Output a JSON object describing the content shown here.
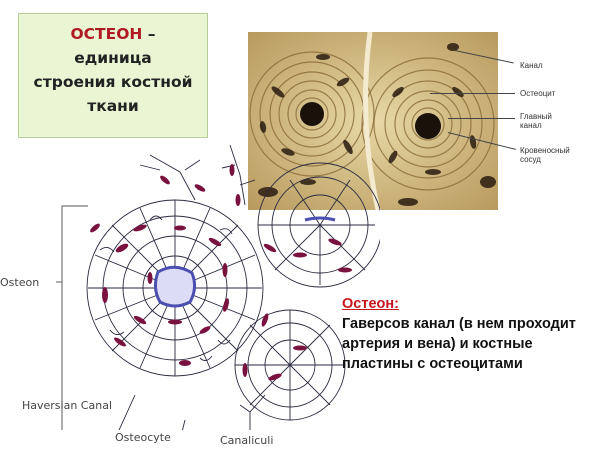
{
  "title": {
    "highlight": "ОСТЕОН",
    "dash": " –",
    "line2": "единица",
    "line3": "строения костной",
    "line4": "ткани"
  },
  "photo_labels": [
    {
      "text": "Канал"
    },
    {
      "text": "Остеоцит"
    },
    {
      "text": "Главный канал"
    },
    {
      "text": "Кровеносный сосуд"
    }
  ],
  "diagram_labels": {
    "osteon": "Osteon",
    "haversian_canal": "Haversian Canal",
    "osteocyte": "Osteocyte",
    "canaliculi": "Canaliculi"
  },
  "description": {
    "heading": "Остеон:",
    "body": "Гаверсов канал (в нем проходит артерия и вена) и костные пластины с остеоцитами"
  },
  "colors": {
    "title_box_bg": "#eaf6d3",
    "title_red": "#b01a22",
    "heading_red": "#c4161c",
    "canal_fill": "#dcdcf6",
    "canal_stroke": "#4b4fb0",
    "osteocyte": "#7a1240",
    "canaliculi_line": "#2a2a40"
  }
}
